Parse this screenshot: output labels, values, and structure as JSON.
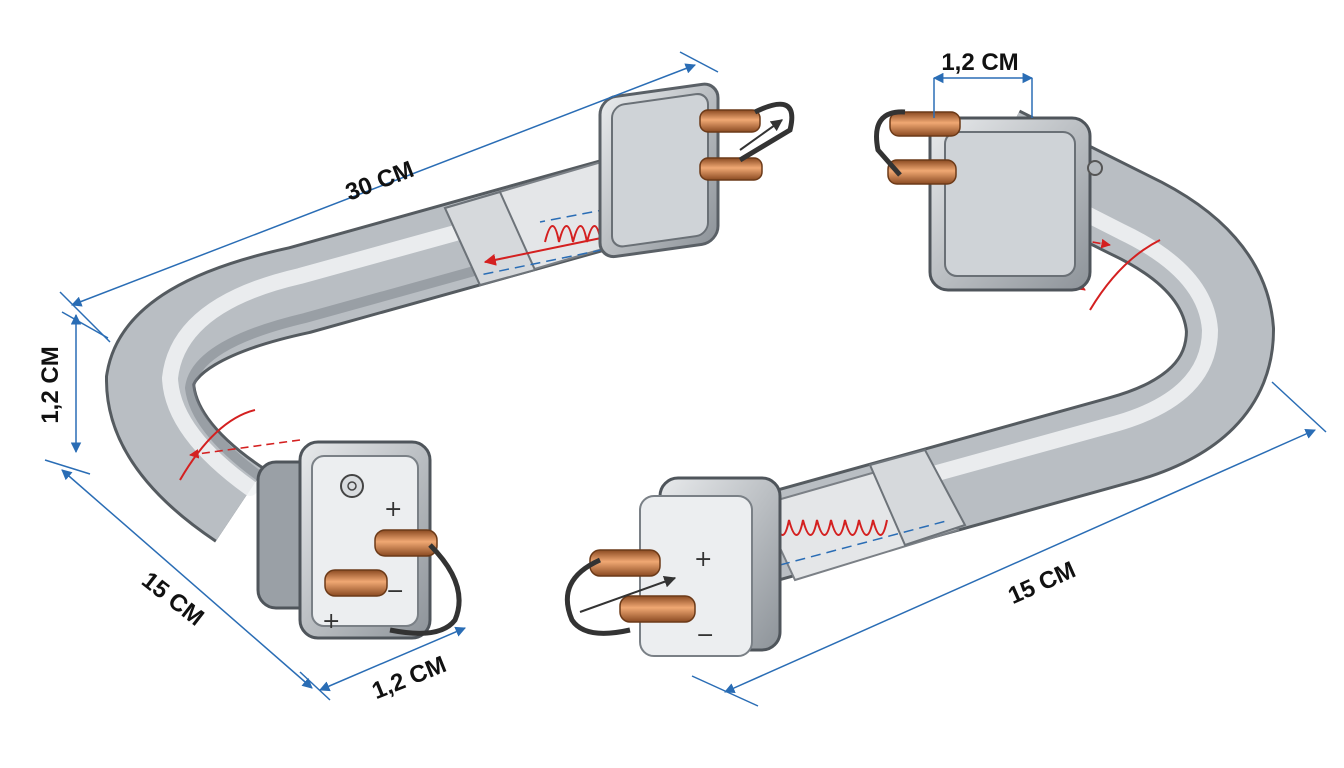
{
  "dimensions": {
    "left_length": "30 CM",
    "left_diameter": "1,2 CM",
    "left_width": "15 CM",
    "left_terminal_gap": "1,2 CM",
    "right_terminal_gap": "1,2 CM",
    "right_length": "15 CM"
  },
  "terminals": {
    "positive": "+",
    "negative": "−"
  },
  "colors": {
    "dimension_line": "#2a6db5",
    "heat_coil": "#d42020",
    "copper": "#c8743e",
    "steel": "#a9aeb4"
  }
}
